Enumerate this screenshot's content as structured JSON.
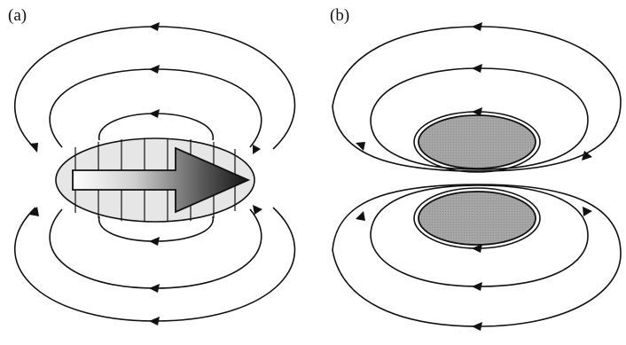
{
  "panels": [
    {
      "id": "a",
      "label": "(a)"
    },
    {
      "id": "b",
      "label": "(b)"
    }
  ],
  "colors": {
    "line": "#111111",
    "ellipse_fill": "#e6e6e6",
    "core_fill": "#a8a8a8",
    "arrow_dark": "#151515",
    "arrow_light": "#ffffff"
  },
  "icons": {
    "panel_a": "bar-magnet-arrow",
    "panel_b": "current-loop-cross-section"
  }
}
